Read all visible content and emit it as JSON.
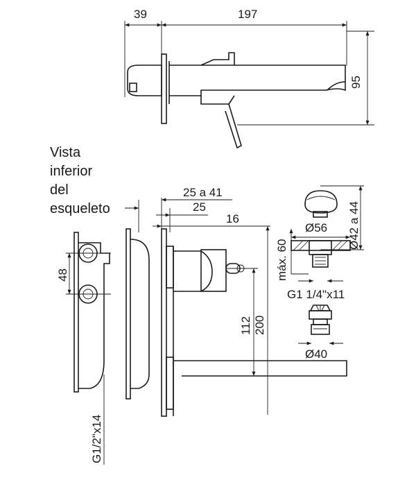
{
  "view_label": [
    "Vista",
    "inferior",
    "del",
    "esqueleto"
  ],
  "top_view": {
    "dim_depth": "39",
    "dim_spout_length": "197",
    "dim_height": "95"
  },
  "side_view": {
    "dim_wall_range": "25 a 41",
    "dim_wall_min": "25",
    "dim_offset": "16",
    "dim_pipe_spacing": "48",
    "dim_center_height": "112",
    "dim_total_height": "200",
    "dim_inlet_thread": "G1/2\"x14"
  },
  "cartridge": {
    "dim_bore": "Ø56",
    "dim_nut": "Ø42 a 44",
    "dim_max": "máx. 60",
    "dim_thread": "G1 1/4\"x11",
    "dim_base": "Ø40"
  },
  "colors": {
    "line": "#1a1a1a",
    "background": "#ffffff"
  }
}
